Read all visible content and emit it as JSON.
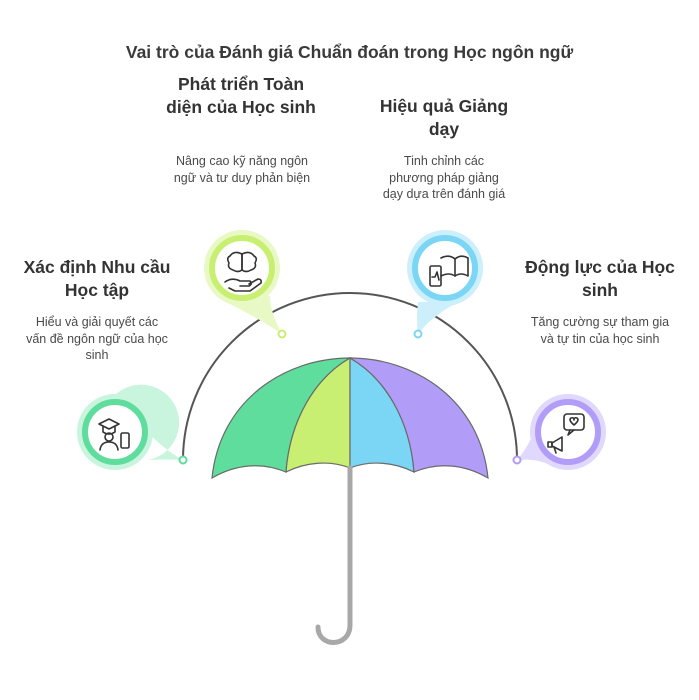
{
  "title": "Vai trò của Đánh giá Chuẩn đoán trong Học ngôn ngữ",
  "colors": {
    "green": "#5fdd9d",
    "lime": "#c8ef72",
    "blue": "#7bd6f5",
    "purple": "#b19cf8",
    "handle": "#a8a8a8",
    "arc": "#555555"
  },
  "items": [
    {
      "heading": "Xác định Nhu cầu Học tập",
      "description": "Hiểu và giải quyết các vấn đề ngôn ngữ của học sinh",
      "icon": "student-graduation-phone-icon",
      "color": "#5fdd9d"
    },
    {
      "heading": "Phát triển Toàn diện của Học sinh",
      "description": "Nâng cao kỹ năng ngôn ngữ và tư duy phản biện",
      "icon": "brain-in-hand-icon",
      "color": "#c8ef72"
    },
    {
      "heading": "Hiệu quả Giảng dạy",
      "description": "Tinh chỉnh các phương pháp giảng dạy dựa trên đánh giá",
      "icon": "phone-book-icon",
      "color": "#7bd6f5"
    },
    {
      "heading": "Động lực của Học sinh",
      "description": "Tăng cường sự tham gia và tự tin của học sinh",
      "icon": "megaphone-heart-icon",
      "color": "#b19cf8"
    }
  ]
}
